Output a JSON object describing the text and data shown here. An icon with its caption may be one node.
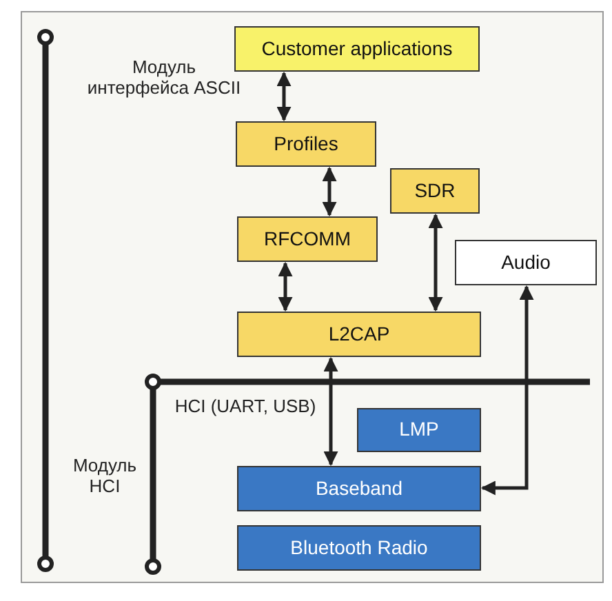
{
  "diagram": {
    "nodes": [
      {
        "text": [
          "Customer applications"
        ]
      },
      {
        "text": [
          "Profiles"
        ]
      },
      {
        "text": [
          "SDR"
        ]
      },
      {
        "text": [
          "RFCOMM"
        ]
      },
      {
        "text": [
          "Audio"
        ]
      },
      {
        "text": [
          "L2CAP"
        ]
      },
      {
        "text": [
          "LMP"
        ]
      },
      {
        "text": [
          "Baseband"
        ]
      },
      {
        "text": [
          "Bluetooth Radio"
        ]
      }
    ],
    "edges": [
      {
        "from": 0,
        "to": 1,
        "arrow": "both"
      },
      {
        "from": 1,
        "to": 3,
        "arrow": "both"
      },
      {
        "from": 3,
        "to": 5,
        "arrow": "both"
      },
      {
        "from": 2,
        "to": 5,
        "arrow": "both"
      },
      {
        "from": 5,
        "to": 7,
        "arrow": "both"
      },
      {
        "from": 4,
        "to": 7,
        "arrow": "both"
      }
    ],
    "labels": [
      "Модуль интерфейса ASCII",
      "HCI (UART, USB)",
      "Модуль HCI"
    ]
  }
}
